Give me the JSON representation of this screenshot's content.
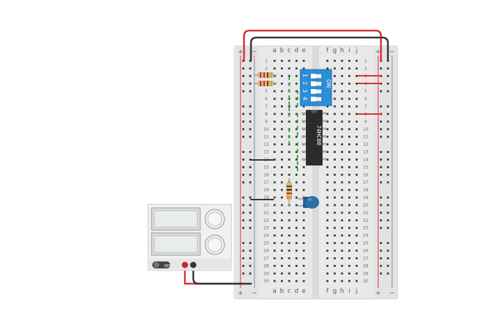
{
  "breadboard": {
    "rows": 30,
    "left_cols": [
      "a",
      "b",
      "c",
      "d",
      "e"
    ],
    "right_cols": [
      "f",
      "g",
      "h",
      "i",
      "j"
    ],
    "rail_plus": "+",
    "rail_minus": "−"
  },
  "components": {
    "dip_switch": {
      "on_label": "ON",
      "positions": [
        "1",
        "2",
        "3",
        "4"
      ],
      "color": "#2c8fd6"
    },
    "ic": {
      "label": "74HC00",
      "pins": 14,
      "color": "#2b2b2b"
    },
    "resistor_pack": {
      "count": 2
    },
    "resistor_single": {
      "count": 1
    },
    "led": {
      "color": "#2a6fa8"
    }
  },
  "power_supply": {
    "switch_label": "OFF"
  },
  "colors": {
    "wire_red": "#d62d2d",
    "wire_black": "#333333",
    "wire_green": "#3aa83a",
    "board": "#e6e6e6",
    "rail_red": "#e03030",
    "rail_blue": "#3b6fb6"
  }
}
